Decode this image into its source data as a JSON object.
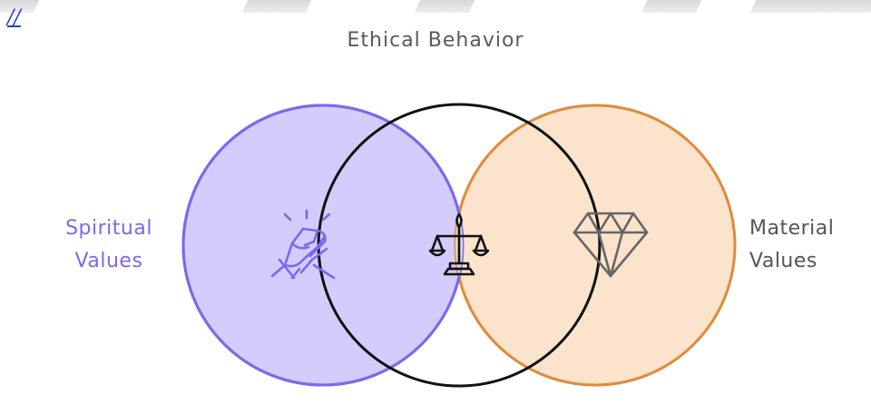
{
  "corner": {
    "text": "//"
  },
  "title": "Ethical Behavior",
  "left_set": {
    "label_line1": "Spiritual",
    "label_line2": "Values",
    "icon": "handshake-icon"
  },
  "right_set": {
    "label_line1": "Material",
    "label_line2": "Values",
    "icon": "diamond-icon"
  },
  "intersection": {
    "icon": "scales-of-justice-icon"
  },
  "colors": {
    "left_fill": "#d4ccfc",
    "left_stroke": "#7b68ee",
    "left_text": "#7b68ee",
    "right_fill": "#fbe3cc",
    "right_stroke": "#e08a3c",
    "overlap_fill": "#dadada",
    "overlap_stroke": "#111111",
    "icon_gray": "#666666"
  }
}
